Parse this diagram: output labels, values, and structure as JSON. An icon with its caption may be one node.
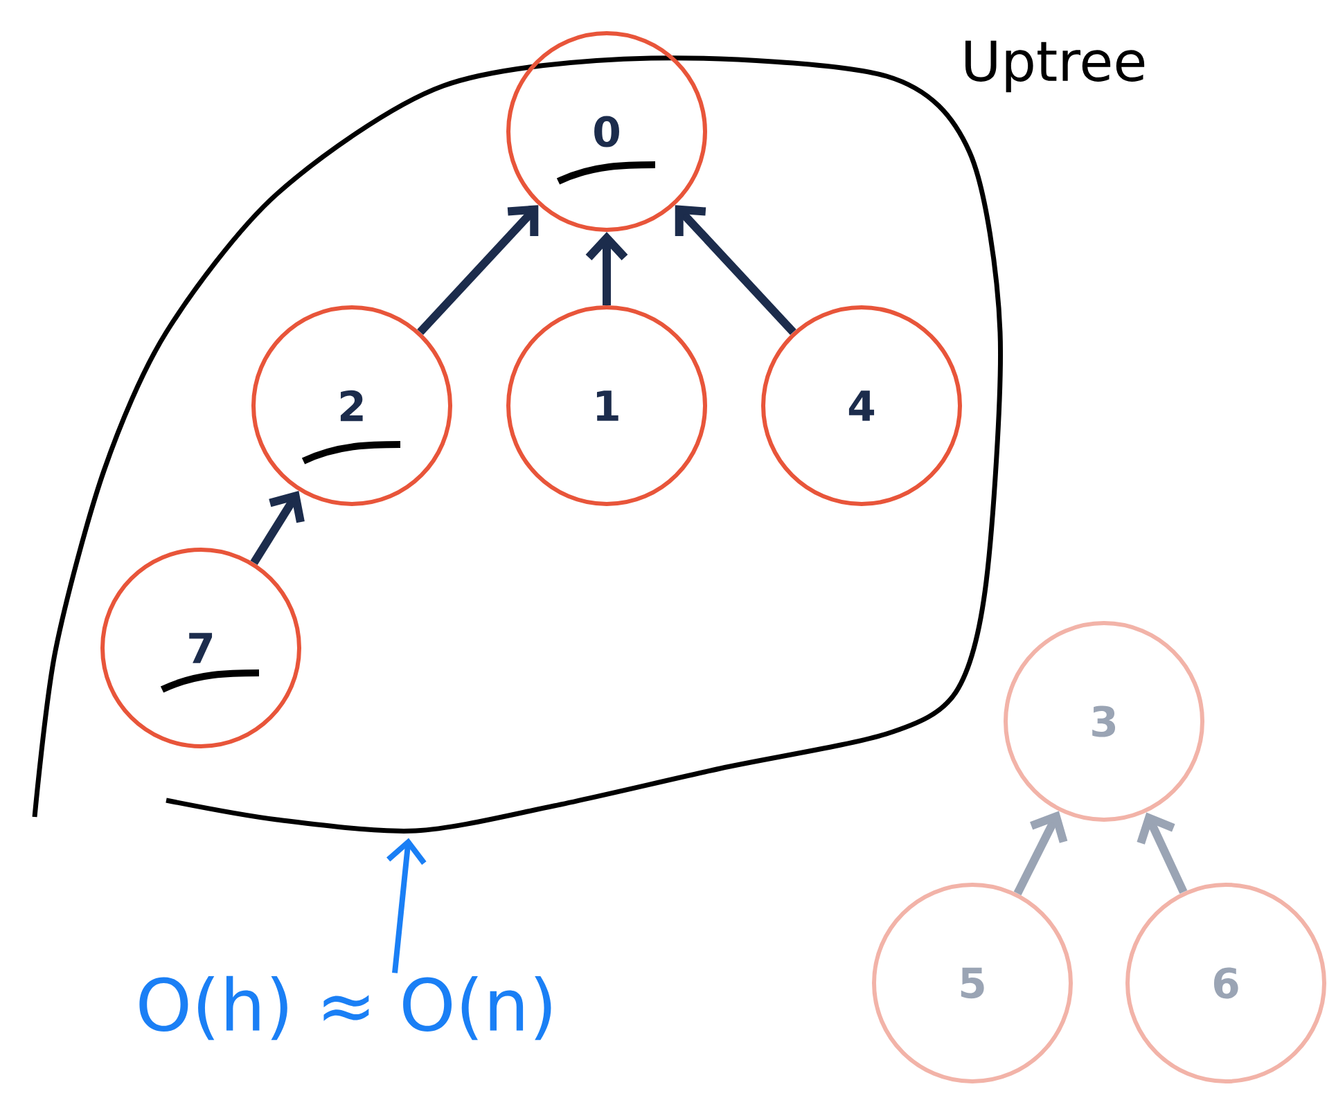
{
  "diagram": {
    "nodes": [
      {
        "text": [],
        "shape": "cloud"
      },
      {
        "text": [
          "0"
        ],
        "in": 0
      },
      {
        "text": [
          "2"
        ],
        "in": 0
      },
      {
        "text": [
          "1"
        ],
        "in": 0
      },
      {
        "text": [
          "4"
        ],
        "in": 0
      },
      {
        "text": [
          "7"
        ],
        "in": 0
      },
      {
        "text": [
          "3"
        ]
      },
      {
        "text": [
          "5"
        ]
      },
      {
        "text": [
          "6"
        ]
      },
      {
        "text": [
          "O(h) ≈ O(n)"
        ]
      }
    ],
    "edges": [
      {
        "from": 2,
        "to": 1,
        "arrow": "to"
      },
      {
        "from": 3,
        "to": 1,
        "arrow": "to"
      },
      {
        "from": 4,
        "to": 1,
        "arrow": "to"
      },
      {
        "from": 5,
        "to": 2,
        "arrow": "to"
      },
      {
        "from": 7,
        "to": 6,
        "arrow": "to",
        "color": "#9aa4b4"
      },
      {
        "from": 8,
        "to": 6,
        "arrow": "to",
        "color": "#9aa4b4"
      },
      {
        "from": 9,
        "to": 0,
        "arrow": "to",
        "color": "#1a7ff5"
      }
    ],
    "labels": [
      "Uptree"
    ]
  }
}
